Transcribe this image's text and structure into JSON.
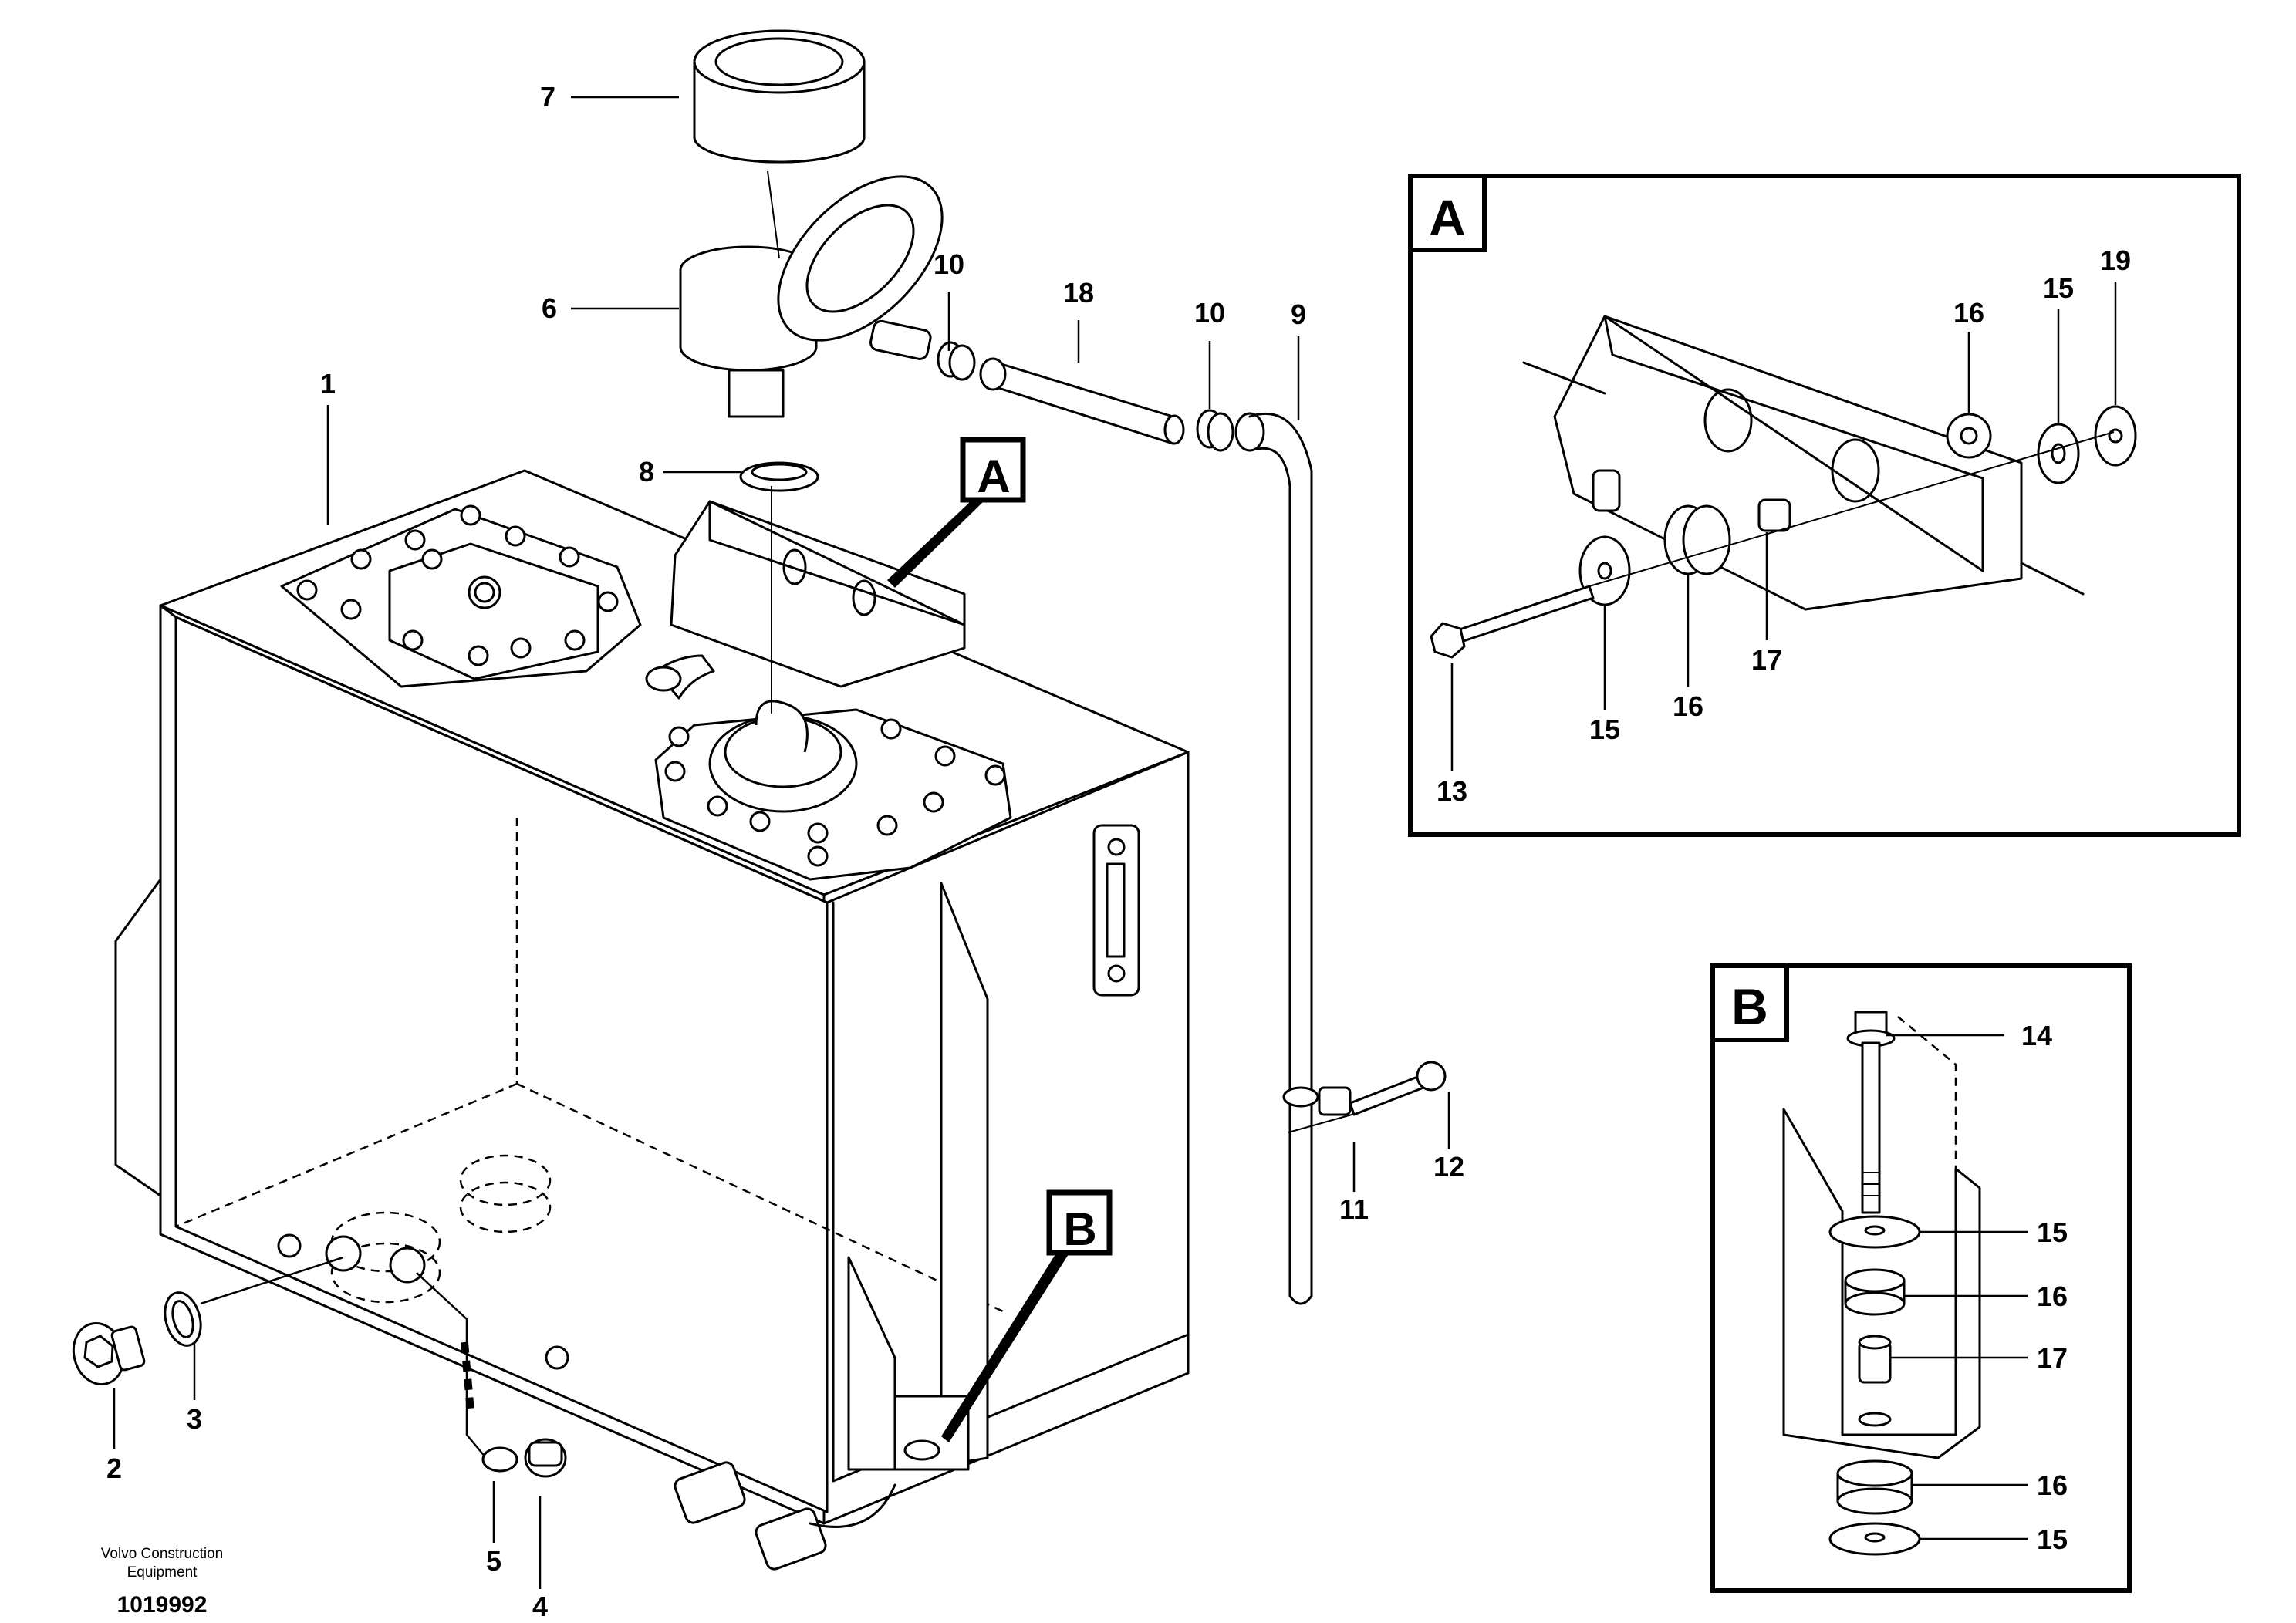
{
  "diagram": {
    "callouts": [
      "1",
      "2",
      "3",
      "4",
      "5",
      "6",
      "7",
      "8",
      "9",
      "10",
      "10",
      "11",
      "12",
      "18"
    ],
    "detail_a": {
      "letter": "A",
      "callouts": [
        "13",
        "15",
        "15",
        "16",
        "16",
        "17",
        "19"
      ]
    },
    "detail_b": {
      "letter": "B",
      "callouts": [
        "14",
        "15",
        "16",
        "17",
        "16",
        "15"
      ]
    },
    "credit_line1": "Volvo Construction",
    "credit_line2": "Equipment",
    "drawing_number": "1019992"
  }
}
